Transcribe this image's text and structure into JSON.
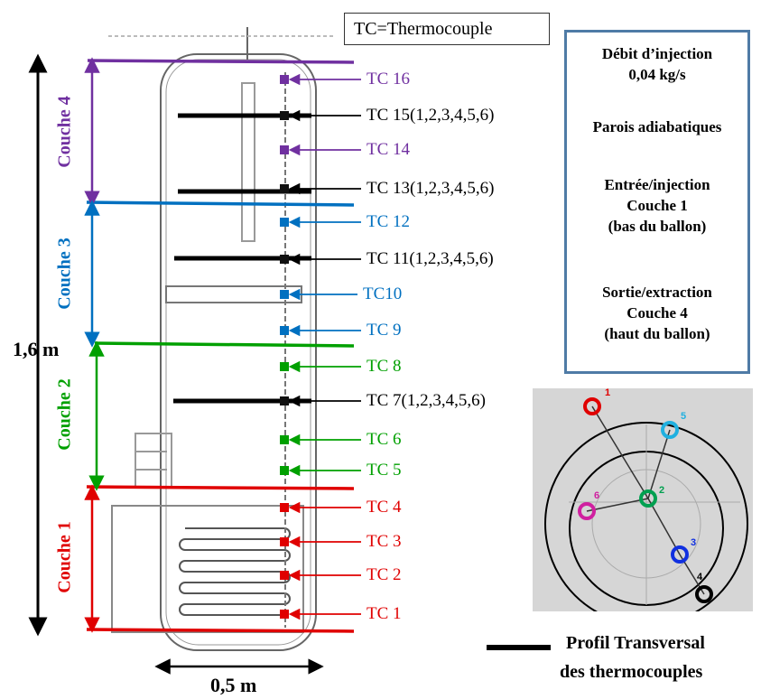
{
  "legend_note": "TC=Thermocouple",
  "height_label": "1,6 m",
  "width_label": "0,5 m",
  "couches": [
    {
      "label": "Couche 4",
      "color": "#7030a0"
    },
    {
      "label": "Couche 3",
      "color": "#0070c0"
    },
    {
      "label": "Couche 2",
      "color": "#00a000"
    },
    {
      "label": "Couche 1",
      "color": "#e00000"
    }
  ],
  "thermocouples": [
    {
      "label": "TC 16",
      "color": "#7030a0"
    },
    {
      "label": "TC 15(1,2,3,4,5,6)",
      "color": "#000000"
    },
    {
      "label": "TC 14",
      "color": "#7030a0"
    },
    {
      "label": "TC 13(1,2,3,4,5,6)",
      "color": "#000000"
    },
    {
      "label": "TC 12",
      "color": "#0070c0"
    },
    {
      "label": "TC 11(1,2,3,4,5,6)",
      "color": "#000000"
    },
    {
      "label": "TC10",
      "color": "#0070c0"
    },
    {
      "label": "TC 9",
      "color": "#0070c0"
    },
    {
      "label": "TC 8",
      "color": "#00a000"
    },
    {
      "label": "TC 7(1,2,3,4,5,6)",
      "color": "#000000"
    },
    {
      "label": "TC 6",
      "color": "#00a000"
    },
    {
      "label": "TC 5",
      "color": "#00a000"
    },
    {
      "label": "TC 4",
      "color": "#e00000"
    },
    {
      "label": "TC 3",
      "color": "#e00000"
    },
    {
      "label": "TC 2",
      "color": "#e00000"
    },
    {
      "label": "TC 1",
      "color": "#e00000"
    }
  ],
  "info": {
    "flow_title": "Débit d’injection",
    "flow_value": "0,04 kg/s",
    "walls": "Parois adiabatiques",
    "inlet_1": "Entrée/injection",
    "inlet_2": "Couche 1",
    "inlet_3": "(bas du ballon)",
    "outlet_1": "Sortie/extraction",
    "outlet_2": "Couche 4",
    "outlet_3": "(haut du ballon)"
  },
  "profile": {
    "caption_1": "Profil Transversal",
    "caption_2": "des thermocouples",
    "probes": [
      {
        "label": "1",
        "color": "#e00000"
      },
      {
        "label": "2",
        "color": "#00a050"
      },
      {
        "label": "3",
        "color": "#1030e0"
      },
      {
        "label": "4",
        "color": "#000000"
      },
      {
        "label": "5",
        "color": "#20b0e0"
      },
      {
        "label": "6",
        "color": "#d020a0"
      }
    ]
  }
}
